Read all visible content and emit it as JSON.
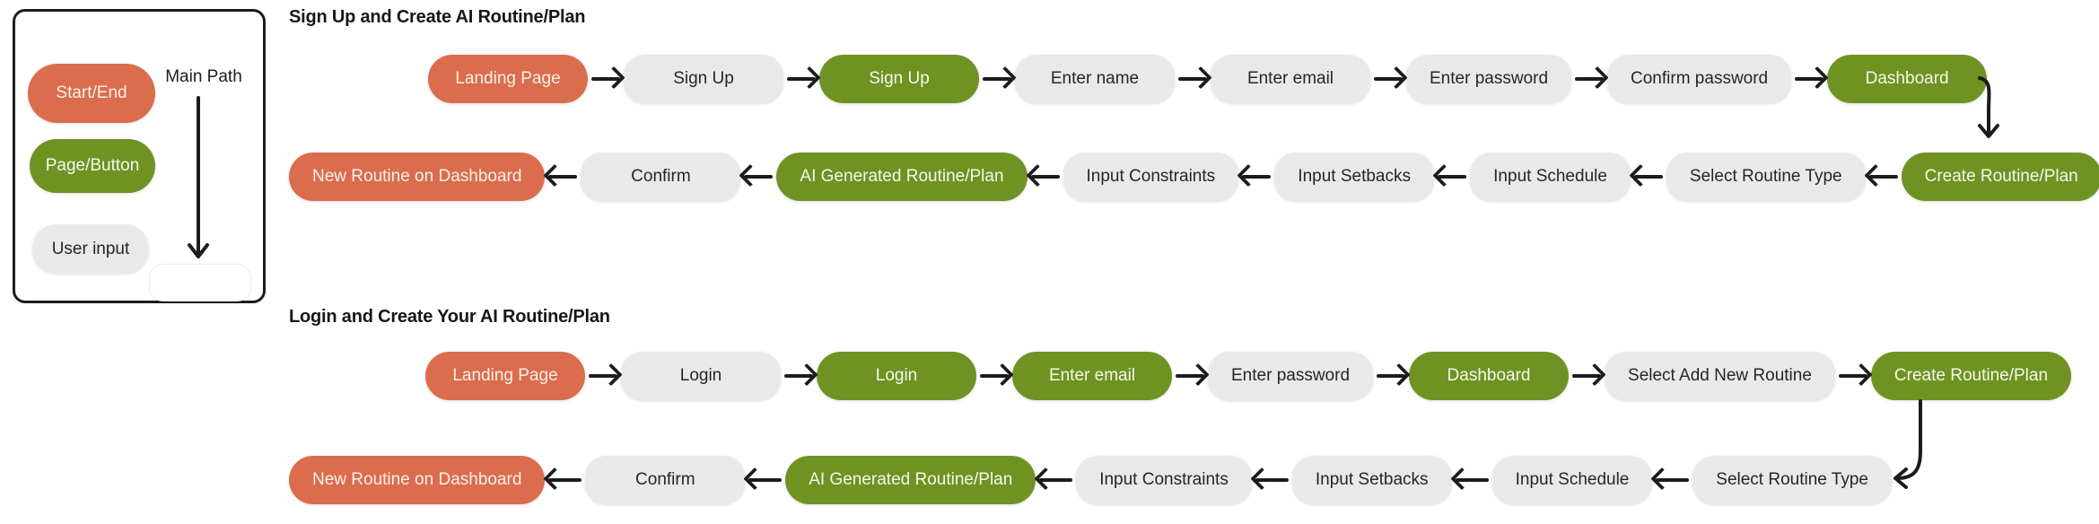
{
  "colors": {
    "start": "#DB6C4E",
    "page": "#6E9323",
    "input": "#E9E9E9",
    "start_text": "#FBF2E6",
    "page_text": "#F5F8EA",
    "input_text": "#262626",
    "arrow": "#1C1C1E",
    "title": "#171717"
  },
  "legend": {
    "items": [
      {
        "label": "Start/End",
        "type": "start"
      },
      {
        "label": "Page/Button",
        "type": "page"
      },
      {
        "label": "User input",
        "type": "input"
      }
    ],
    "main_path_label": "Main Path"
  },
  "flows": [
    {
      "title": "Sign Up and Create AI Routine/Plan",
      "rows": [
        {
          "direction": "right",
          "nodes": [
            {
              "label": "Landing Page",
              "type": "start"
            },
            {
              "label": "Sign Up",
              "type": "input"
            },
            {
              "label": "Sign Up",
              "type": "page"
            },
            {
              "label": "Enter name",
              "type": "input"
            },
            {
              "label": "Enter email",
              "type": "input"
            },
            {
              "label": "Enter password",
              "type": "input"
            },
            {
              "label": "Confirm password",
              "type": "input"
            },
            {
              "label": "Dashboard",
              "type": "page"
            }
          ]
        },
        {
          "direction": "left",
          "nodes": [
            {
              "label": "New Routine on Dashboard",
              "type": "start"
            },
            {
              "label": "Confirm",
              "type": "input"
            },
            {
              "label": "AI Generated Routine/Plan",
              "type": "page"
            },
            {
              "label": "Input Constraints",
              "type": "input"
            },
            {
              "label": "Input Setbacks",
              "type": "input"
            },
            {
              "label": "Input Schedule",
              "type": "input"
            },
            {
              "label": "Select Routine Type",
              "type": "input"
            },
            {
              "label": "Create Routine/Plan",
              "type": "page"
            }
          ]
        }
      ]
    },
    {
      "title": "Login and Create Your AI Routine/Plan",
      "rows": [
        {
          "direction": "right",
          "nodes": [
            {
              "label": "Landing Page",
              "type": "start"
            },
            {
              "label": "Login",
              "type": "input"
            },
            {
              "label": "Login",
              "type": "page"
            },
            {
              "label": "Enter email",
              "type": "page"
            },
            {
              "label": "Enter password",
              "type": "input"
            },
            {
              "label": "Dashboard",
              "type": "page"
            },
            {
              "label": "Select Add New Routine",
              "type": "input"
            },
            {
              "label": "Create Routine/Plan",
              "type": "page"
            }
          ]
        },
        {
          "direction": "left",
          "nodes": [
            {
              "label": "New Routine on Dashboard",
              "type": "start"
            },
            {
              "label": "Confirm",
              "type": "input"
            },
            {
              "label": "AI Generated Routine/Plan",
              "type": "page"
            },
            {
              "label": "Input Constraints",
              "type": "input"
            },
            {
              "label": "Input Setbacks",
              "type": "input"
            },
            {
              "label": "Input Schedule",
              "type": "input"
            },
            {
              "label": "Select Routine Type",
              "type": "input"
            }
          ]
        }
      ]
    }
  ]
}
